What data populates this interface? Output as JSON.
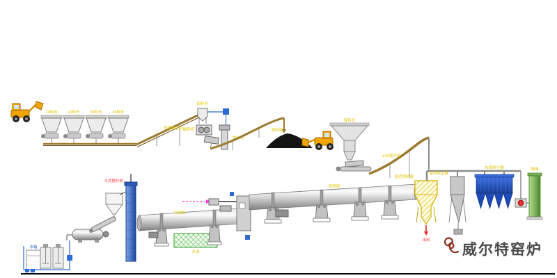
{
  "watermark": {
    "brand": "威尔特窑炉"
  },
  "labels": {
    "hopper1": "1#料仓",
    "hopper2": "2#料仓",
    "hopper3": "3#料仓",
    "hopper4": "4#料仓",
    "belt1": "皮带输送机",
    "batch_bin": "配料仓",
    "crusher": "破碎机",
    "small_elevator": "提升机",
    "coal_pile": "原料堆",
    "coal_hopper": "受料仓",
    "belt2": "上料提升机",
    "preheater": "竖式预热器",
    "kiln": "回转窑",
    "cooler": "冷却机",
    "pool": "水池",
    "tower": "斗式提升机",
    "tank": "水箱",
    "cyclone": "旋风除尘器",
    "baghouse": "布袋除尘器",
    "stack": "烟囱",
    "discharge": "出料"
  },
  "colors": {
    "loader_yellow": "#f0a500",
    "equipment_blue": "#2456b8",
    "stack_green": "#55933a",
    "conveyor_tan": "#9c7a2e",
    "label_yellow": "#e3c400",
    "label_red": "#ff3030",
    "watermark_gray": "#4a4a4a"
  }
}
